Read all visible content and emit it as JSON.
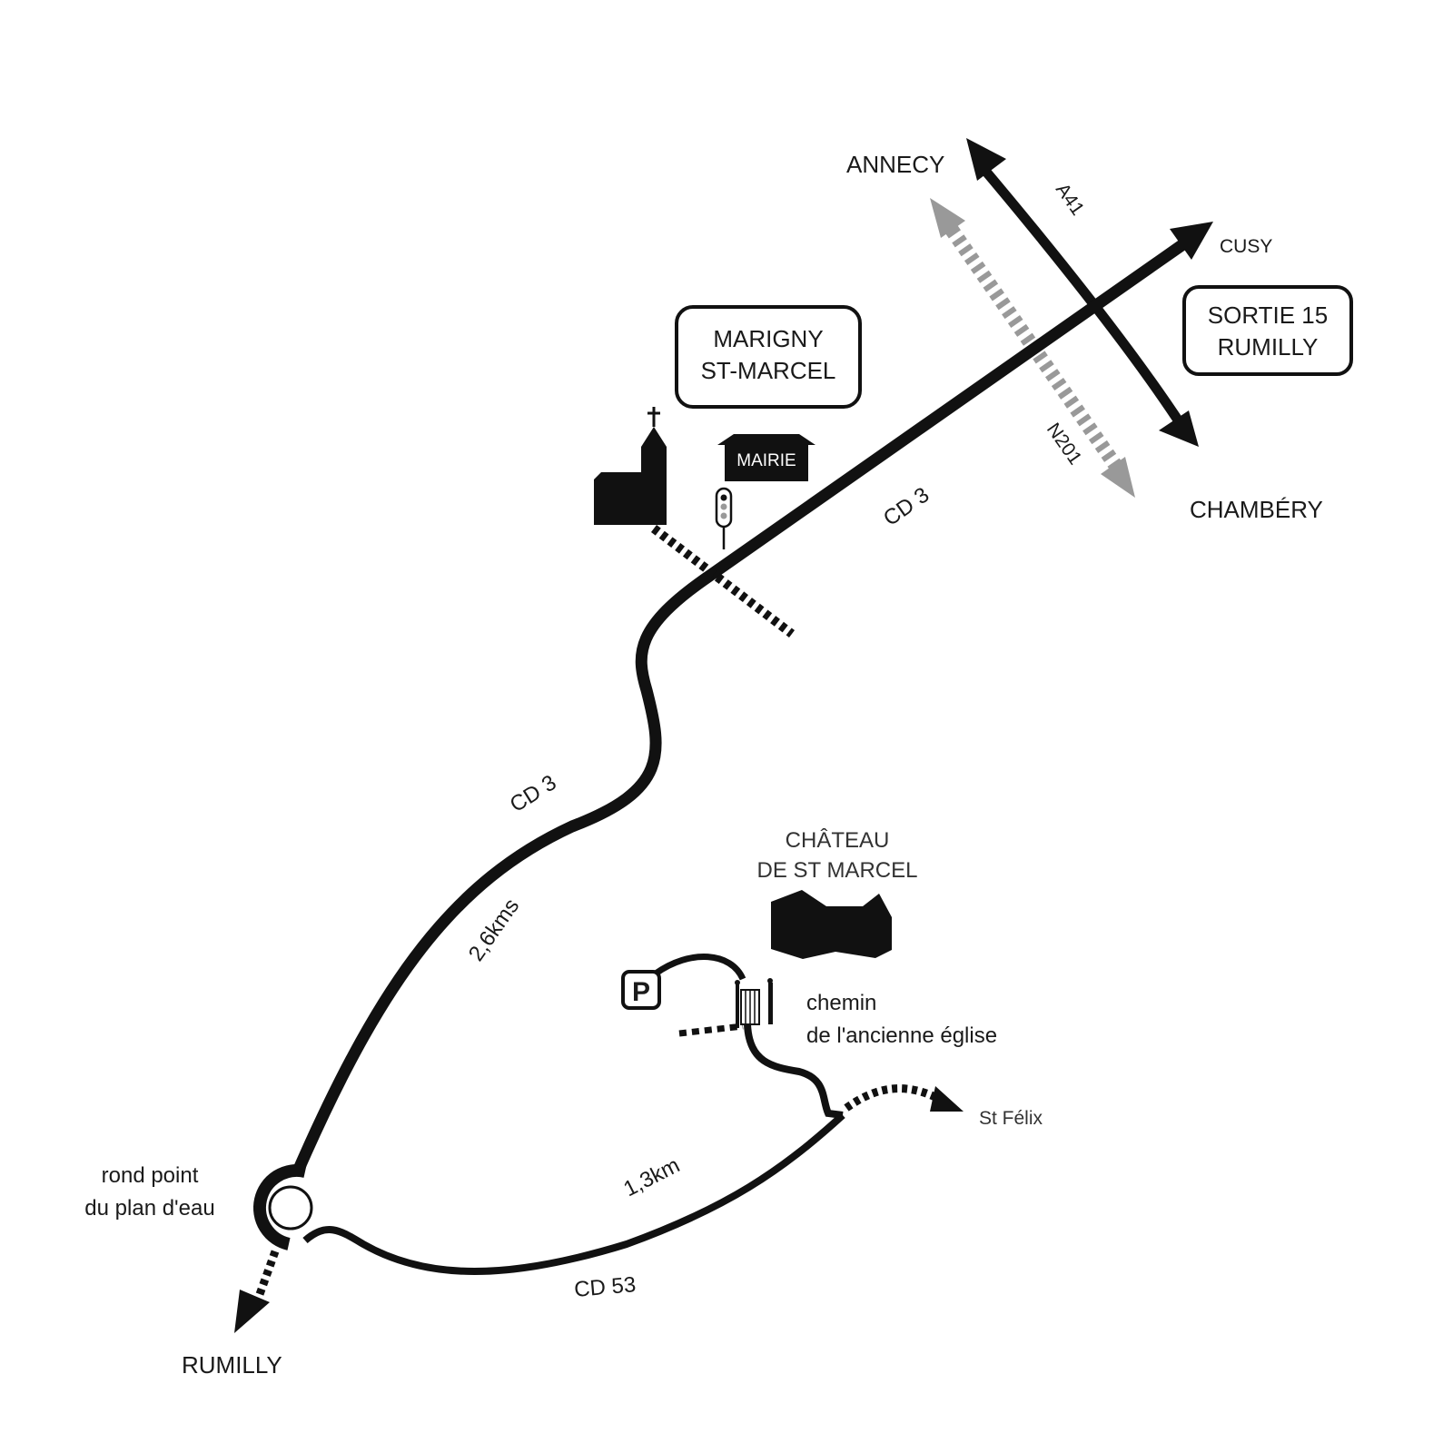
{
  "map": {
    "colors": {
      "road": "#111111",
      "secondary_road": "#999999",
      "background": "#ffffff",
      "text": "#1a1a1a"
    },
    "destinations": {
      "annecy": "ANNECY",
      "chambery": "CHAMBÉRY",
      "cusy": "CUSY",
      "rumilly": "RUMILLY",
      "st_felix": "St Félix"
    },
    "roads": {
      "a41": "A41",
      "n201": "N201",
      "cd3_upper": "CD 3",
      "cd3_lower": "CD 3",
      "cd53": "CD 53"
    },
    "distances": {
      "cd3": "2,6kms",
      "cd53": "1,3km"
    },
    "signs": {
      "exit": {
        "line1": "SORTIE 15",
        "line2": "RUMILLY"
      },
      "town": {
        "line1": "MARIGNY",
        "line2": "ST-MARCEL"
      }
    },
    "landmarks": {
      "mairie": "MAIRIE",
      "chateau": {
        "line1": "CHÂTEAU",
        "line2": "DE ST MARCEL"
      },
      "path": {
        "line1": "chemin",
        "line2": "de l'ancienne église"
      },
      "roundabout": {
        "line1": "rond point",
        "line2": "du plan d'eau"
      },
      "parking": "P"
    }
  }
}
